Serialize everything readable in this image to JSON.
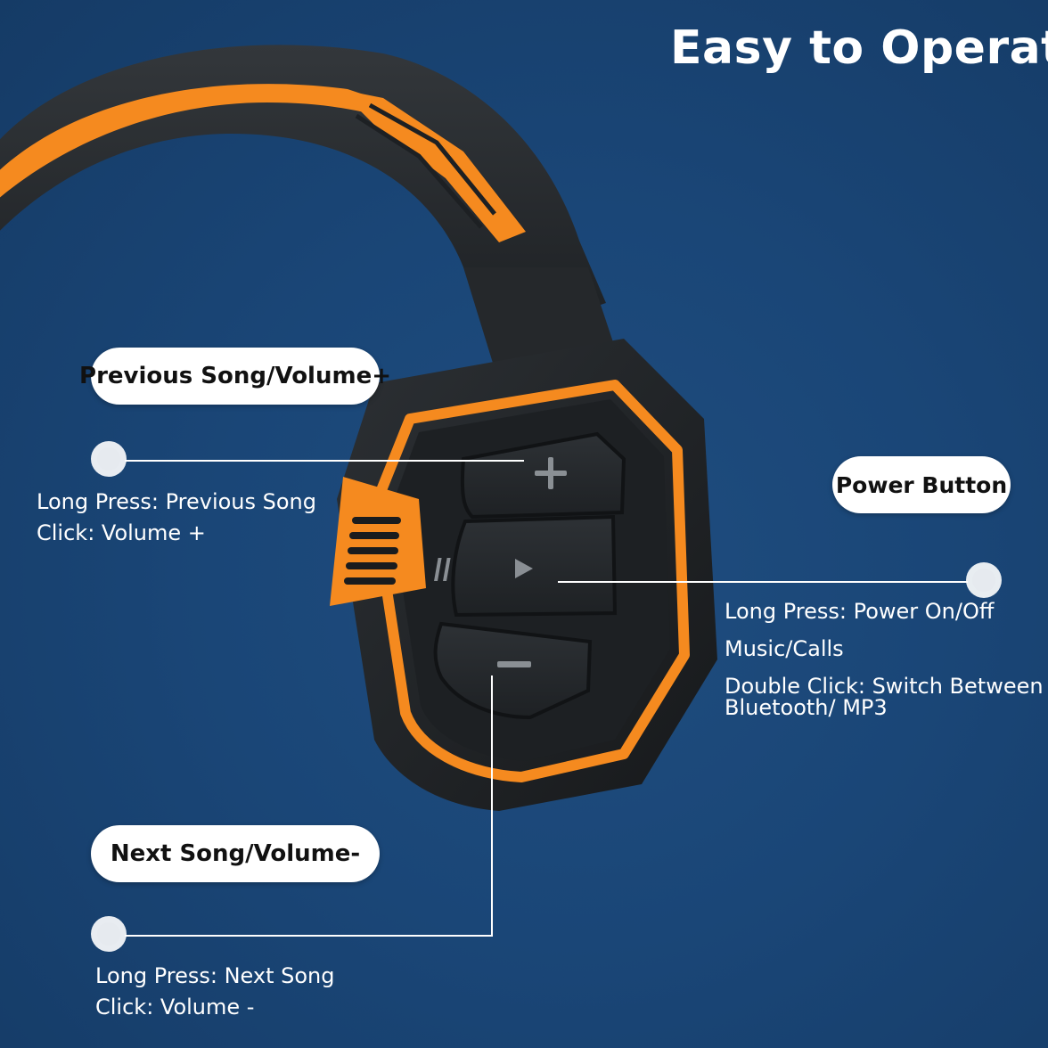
{
  "title": "Easy to Operate",
  "colors": {
    "background": "#1a4677",
    "accent_orange": "#f58a1f",
    "device_dark": "#232629",
    "label_bg": "#ffffff"
  },
  "buttons": {
    "volume_up_icon": "plus-icon",
    "play_pause_icon": "play-pause-icon",
    "volume_down_icon": "minus-icon"
  },
  "callouts": {
    "previous": {
      "label": "Previous Song/Volume+",
      "lines": [
        "Long Press: Previous Song",
        "Click: Volume +"
      ]
    },
    "power": {
      "label": "Power Button",
      "lines": [
        "Long Press: Power On/Off",
        "Music/Calls",
        "Double Click: Switch Between",
        "Bluetooth/ MP3"
      ]
    },
    "next": {
      "label": "Next Song/Volume-",
      "lines": [
        "Long Press: Next Song",
        "Click: Volume -"
      ]
    }
  }
}
